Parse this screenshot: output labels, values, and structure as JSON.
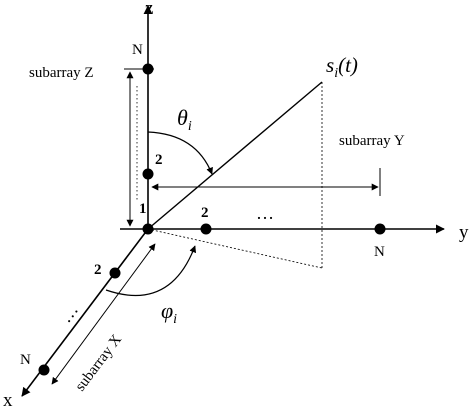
{
  "axes": {
    "z_label": "z",
    "y_label": "y",
    "x_label": "x"
  },
  "subarrays": {
    "z": "subarray Z",
    "y": "subarray Y",
    "x": "subarray X"
  },
  "signal": {
    "base": "s",
    "sub": "i",
    "arg": "(t)"
  },
  "angles": {
    "theta": {
      "symbol": "θ",
      "sub": "i"
    },
    "phi": {
      "symbol": "φ",
      "sub": "i"
    }
  },
  "elements": {
    "origin": "1",
    "z2": "2",
    "zN": "N",
    "y2": "2",
    "y_dots": "…",
    "yN": "N",
    "x2": "2",
    "x_dots": "…",
    "xN": "N"
  }
}
